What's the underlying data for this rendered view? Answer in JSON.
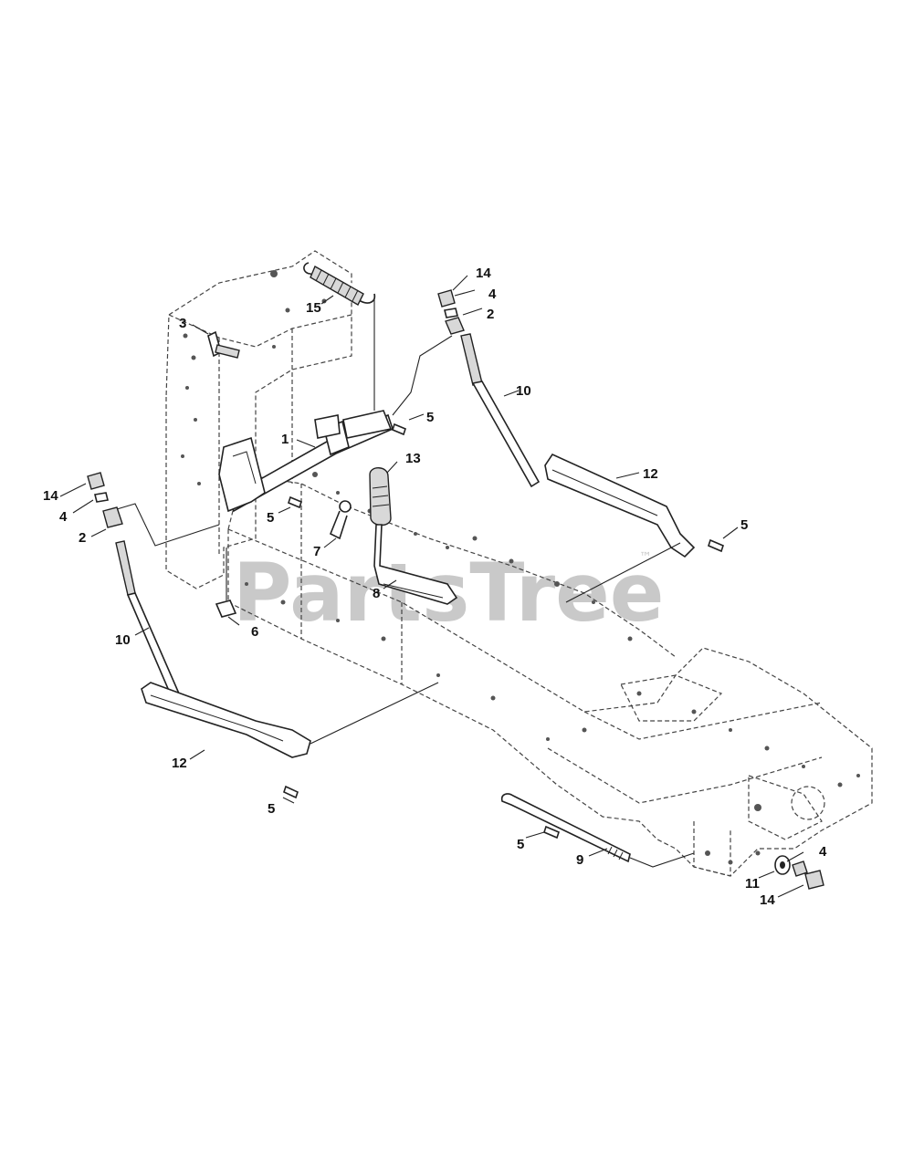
{
  "watermark": "PartsTree",
  "watermark_tm": "™",
  "callouts": {
    "c1": "1",
    "c2_top": "2",
    "c2_left": "2",
    "c3": "3",
    "c4_top": "4",
    "c4_left": "4",
    "c4_right": "4",
    "c5_top": "5",
    "c5_mid": "5",
    "c5_right": "5",
    "c5_bottom_left": "5",
    "c5_bottom_mid": "5",
    "c6": "6",
    "c7": "7",
    "c8": "8",
    "c9": "9",
    "c10_right": "10",
    "c10_left": "10",
    "c11": "11",
    "c12_right": "12",
    "c12_left": "12",
    "c13": "13",
    "c14_top": "14",
    "c14_left": "14",
    "c14_right": "14",
    "c15": "15"
  }
}
